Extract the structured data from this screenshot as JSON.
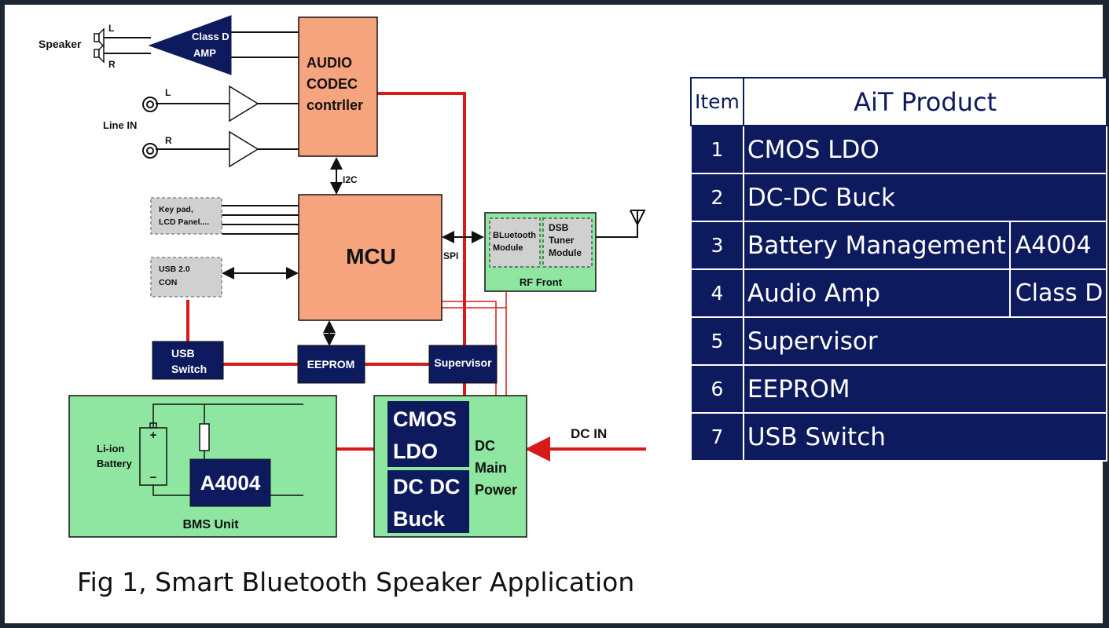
{
  "diagram": {
    "speaker": "Speaker",
    "speaker_l": "L",
    "speaker_r": "R",
    "amp_line1": "Class D",
    "amp_line2": "AMP",
    "line_in": "Line IN",
    "line_l": "L",
    "line_r": "R",
    "codec_line1": "AUDIO",
    "codec_line2": "CODEC",
    "codec_line3": "contrller",
    "i2c": "I2C",
    "keypad_line1": "Key pad,",
    "keypad_line2": "LCD Panel....",
    "usbcon_line1": "USB 2.0",
    "usbcon_line2": "CON",
    "mcu": "MCU",
    "spi": "SPI",
    "bt_line1": "BLuetooth",
    "bt_line2": "Module",
    "dsb_line1": "DSB",
    "dsb_line2": "Tuner",
    "dsb_line3": "Module",
    "rf_front": "RF Front",
    "usb_switch_line1": "USB",
    "usb_switch_line2": "Switch",
    "eeprom": "EEPROM",
    "supervisor": "Supervisor",
    "liion_line1": "Li-ion",
    "liion_line2": "Battery",
    "a4004": "A4004",
    "bms_unit": "BMS Unit",
    "cmos_line1": "CMOS",
    "cmos_line2": "LDO",
    "dcdc_line1": "DC DC",
    "dcdc_line2": "Buck",
    "dcmain_line1": "DC",
    "dcmain_line2": "Main",
    "dcmain_line3": "Power",
    "dc_in": "DC IN",
    "plus": "+",
    "minus": "−"
  },
  "caption": "Fig 1, Smart Bluetooth Speaker Application",
  "table": {
    "header_item": "Item",
    "header_product": "AiT Product",
    "rows": [
      {
        "num": "1",
        "name": "CMOS LDO",
        "part": ""
      },
      {
        "num": "2",
        "name": "DC-DC Buck",
        "part": ""
      },
      {
        "num": "3",
        "name": "Battery Management",
        "part": "A4004"
      },
      {
        "num": "4",
        "name": "Audio Amp",
        "part": "Class D"
      },
      {
        "num": "5",
        "name": "Supervisor",
        "part": ""
      },
      {
        "num": "6",
        "name": "EEPROM",
        "part": ""
      },
      {
        "num": "7",
        "name": "USB Switch",
        "part": ""
      }
    ]
  },
  "colors": {
    "navy": "#0d1b5e",
    "salmon": "#f5a47e",
    "green": "#8fe6a0",
    "red_wire": "#d91a1a",
    "gray_box": "#d0d0d0"
  }
}
